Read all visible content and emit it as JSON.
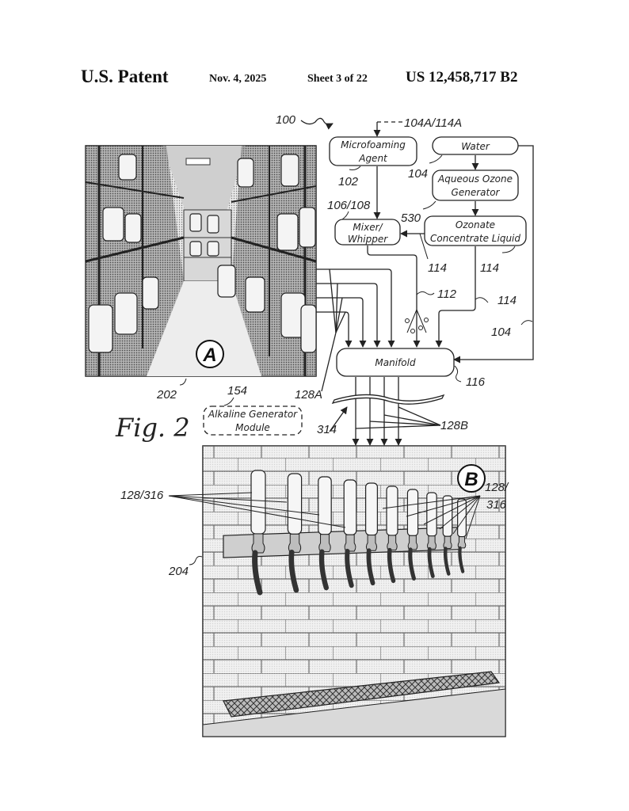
{
  "header": {
    "title": "U.S. Patent",
    "date": "Nov. 4, 2025",
    "sheet": "Sheet 3 of 22",
    "patent_number": "US 12,458,717 B2"
  },
  "figure": {
    "label": "Fig. 2",
    "system_ref": "100",
    "boxes": {
      "microfoaming": {
        "line1": "Microfoaming",
        "line2": "Agent",
        "ref": "102"
      },
      "water": {
        "line1": "Water",
        "ref": "104"
      },
      "ozone_generator": {
        "line1": "Aqueous Ozone",
        "line2": "Generator",
        "ref": "530"
      },
      "mixer": {
        "line1": "Mixer/",
        "line2": "Whipper",
        "ref": "106/108"
      },
      "ozonate": {
        "line1": "Ozonate",
        "line2": "Concentrate Liquid",
        "ref": "114"
      },
      "manifold": {
        "line1": "Manifold",
        "ref": "116"
      },
      "alkaline": {
        "line1": "Alkaline Generator",
        "line2": "Module",
        "ref": "154"
      }
    },
    "refs": {
      "external_input": "104A/114A",
      "line_114_a": "114",
      "line_114_b": "114",
      "line_114_c": "114",
      "foam_112": "112",
      "water_104": "104",
      "lines_128A": "128A",
      "lines_128B": "128B",
      "break_314": "314",
      "panel_a": "202",
      "panel_b": "204",
      "taps_left": "128/316",
      "taps_right_1": "128/",
      "taps_right_2": "316"
    },
    "panels": {
      "a": {
        "letter": "A",
        "description": "keg storage cold room"
      },
      "b": {
        "letter": "B",
        "description": "beer tap tower on brick wall"
      }
    }
  }
}
